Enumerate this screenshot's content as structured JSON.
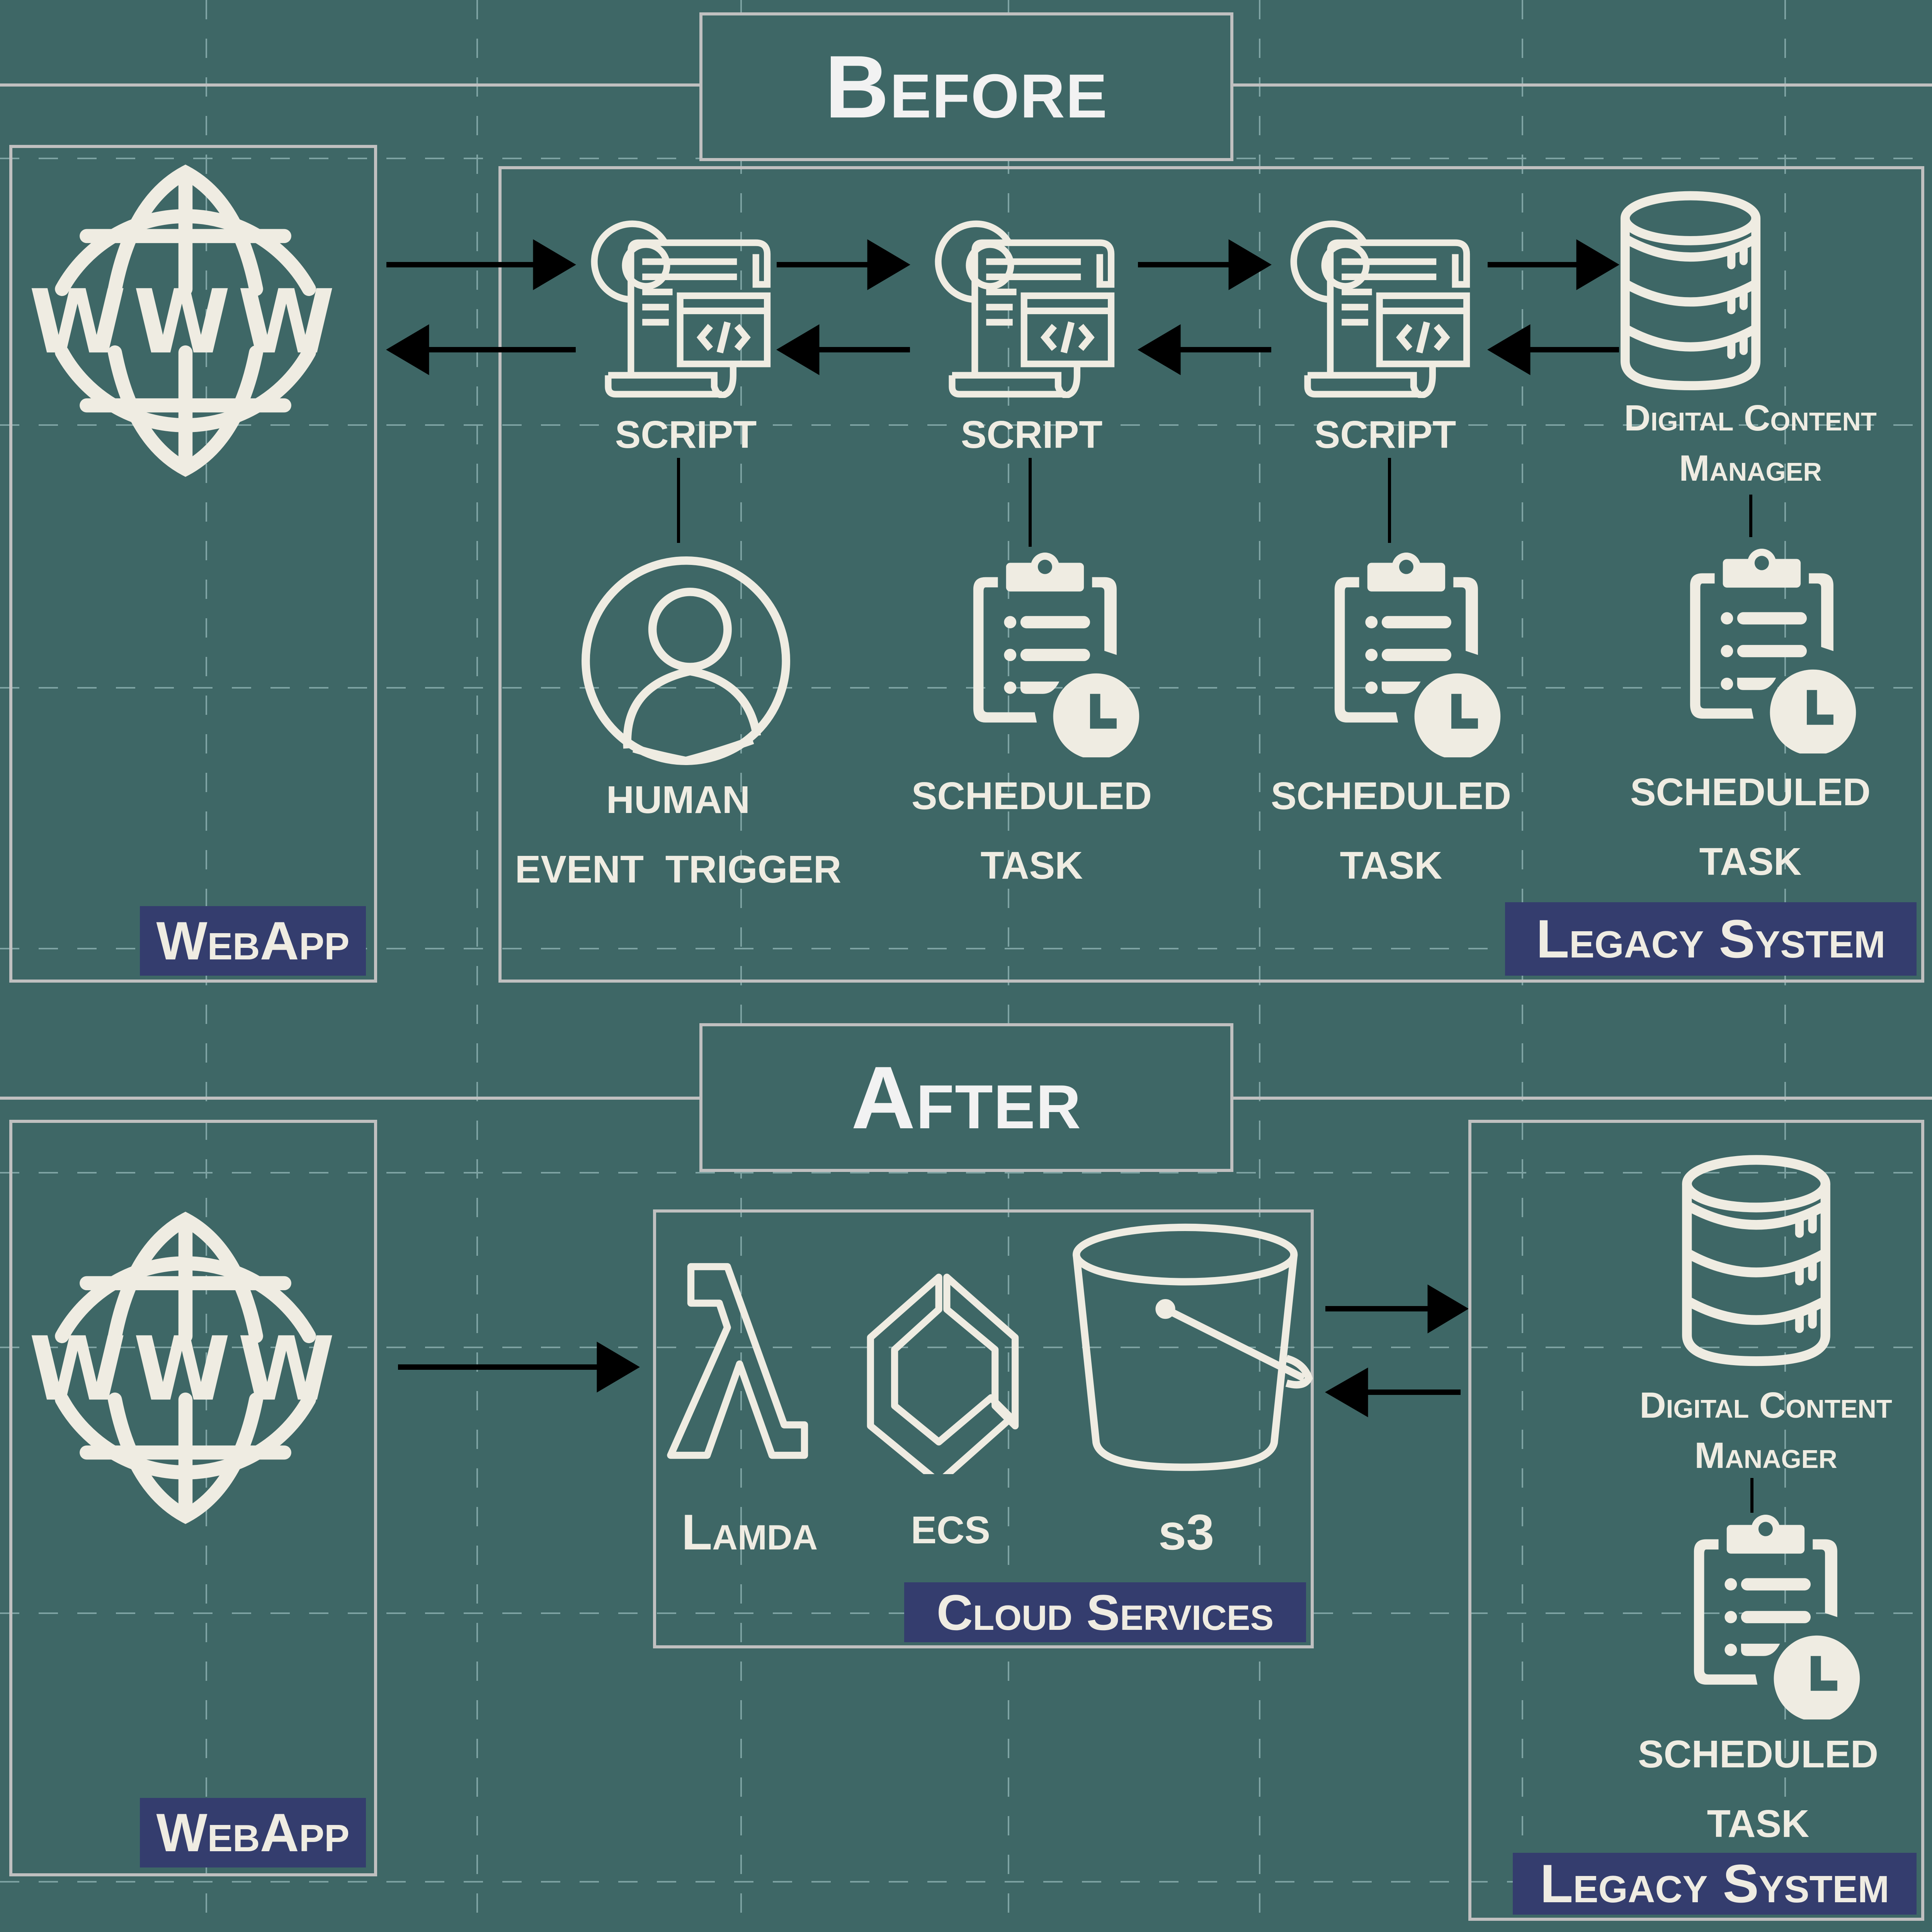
{
  "colors": {
    "background": "#3e6766",
    "border": "#c0c0c0",
    "badge": "#343d6e",
    "icon": "#efece2",
    "arrow": "#000000",
    "grid": "#8fb3b3"
  },
  "before": {
    "title": "Before",
    "webapp": {
      "icon": "www-globe-icon",
      "badge": "WebApp"
    },
    "legacy_system": {
      "badge": "Legacy System",
      "components": [
        {
          "icon": "script-icon",
          "label": "SCRIPT",
          "trigger_icon": "user-icon",
          "trigger_label_1": "HUMAN",
          "trigger_label_2": "EVENT  TRIGGER"
        },
        {
          "icon": "script-icon",
          "label": "SCRIPT",
          "trigger_icon": "scheduled-task-icon",
          "trigger_label_1": "SCHEDULED",
          "trigger_label_2": "TASK"
        },
        {
          "icon": "script-icon",
          "label": "SCRIPT",
          "trigger_icon": "scheduled-task-icon",
          "trigger_label_1": "SCHEDULED",
          "trigger_label_2": "TASK"
        },
        {
          "icon": "database-icon",
          "label_1": "Digital Content",
          "label_2": "Manager",
          "trigger_icon": "scheduled-task-icon",
          "trigger_label_1": "SCHEDULED",
          "trigger_label_2": "TASK"
        }
      ]
    }
  },
  "after": {
    "title": "After",
    "webapp": {
      "icon": "www-globe-icon",
      "badge": "WebApp"
    },
    "cloud_services": {
      "badge": "Cloud Services",
      "services": [
        {
          "icon": "lambda-icon",
          "label": "Lamda"
        },
        {
          "icon": "ecs-icon",
          "label": "ECS"
        },
        {
          "icon": "s3-bucket-icon",
          "label": "s3"
        }
      ]
    },
    "legacy_system": {
      "badge": "Legacy System",
      "component": {
        "icon": "database-icon",
        "label_1": "Digital Content",
        "label_2": "Manager"
      },
      "trigger": {
        "icon": "scheduled-task-icon",
        "label_1": "SCHEDULED",
        "label_2": "TASK"
      }
    }
  }
}
